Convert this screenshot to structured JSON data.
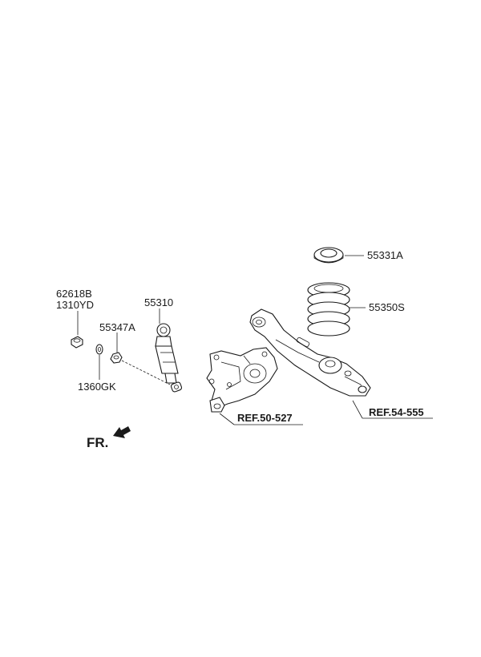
{
  "labels": {
    "p_62618b": "62618B",
    "p_1310yd": "1310YD",
    "p_55310": "55310",
    "p_55347a": "55347A",
    "p_1360gk": "1360GK",
    "p_55331a": "55331A",
    "p_55350s": "55350S",
    "ref_knuckle": "REF.50-527",
    "ref_arm": "REF.54-555",
    "front_marker": "FR."
  }
}
